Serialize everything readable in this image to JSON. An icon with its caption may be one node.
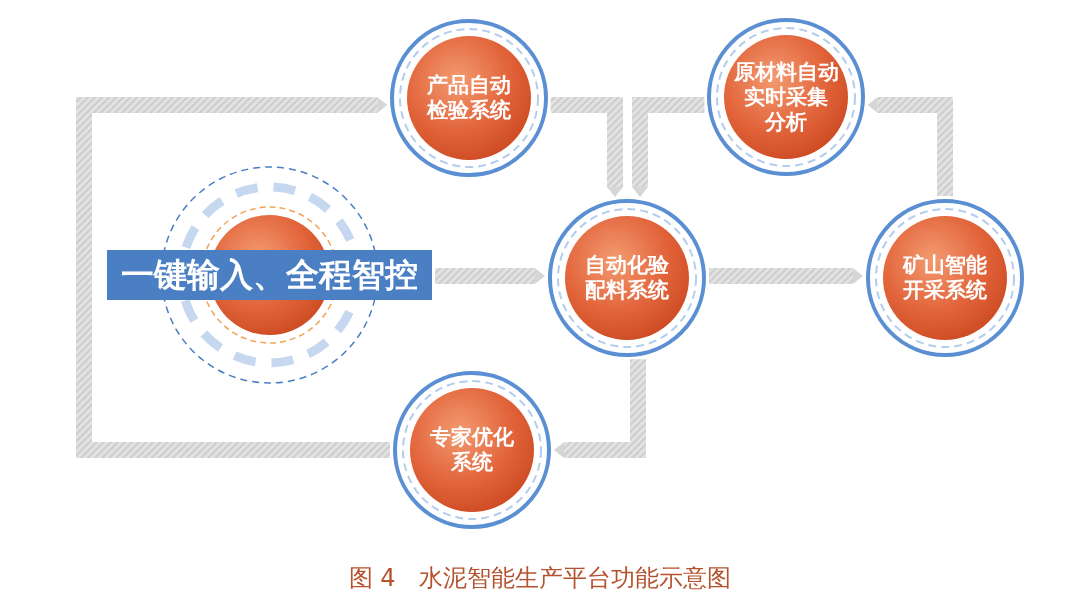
{
  "diagram": {
    "caption": "图 4　水泥智能生产平台功能示意图",
    "nodes": [
      {
        "text": [
          "产品自动检验系统"
        ]
      },
      {
        "text": [
          "原材料自动实时采集分析"
        ]
      },
      {
        "text": [
          "一键输入、全程智控"
        ]
      },
      {
        "text": [
          "自动化验配料系统"
        ]
      },
      {
        "text": [
          "矿山智能开采系统"
        ]
      },
      {
        "text": [
          "专家优化系统"
        ]
      }
    ],
    "edges": [
      {
        "from": 2,
        "to": 3,
        "arrow": "to"
      },
      {
        "from": 0,
        "to": 3,
        "arrow": "to"
      },
      {
        "from": 1,
        "to": 3,
        "arrow": "to"
      },
      {
        "from": 3,
        "to": 4,
        "arrow": "to"
      },
      {
        "from": 4,
        "to": 1,
        "arrow": "to"
      },
      {
        "from": 3,
        "to": 5,
        "arrow": "to"
      },
      {
        "from": 5,
        "to": 0,
        "arrow": "to"
      }
    ]
  }
}
